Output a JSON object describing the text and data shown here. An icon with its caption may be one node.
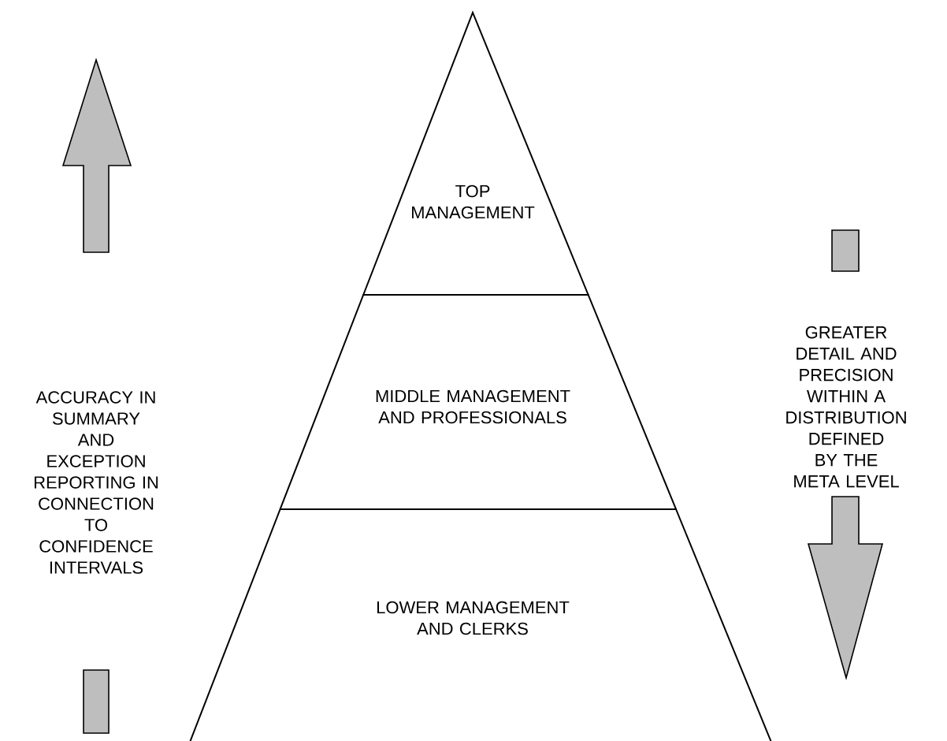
{
  "diagram": {
    "nodes": [
      {
        "text": [
          "TOP MANAGEMENT"
        ]
      },
      {
        "text": [
          "MIDDLE MANAGEMENT AND PROFESSIONALS"
        ]
      },
      {
        "text": [
          "LOWER MANAGEMENT AND CLERKS"
        ]
      }
    ],
    "labels": [
      "ACCURACY IN SUMMARY AND EXCEPTION REPORTING IN CONNECTION TO CONFIDENCE INTERVALS",
      "GREATER DETAIL AND PRECISION WITHIN A DISTRIBUTION DEFINED BY THE META LEVEL"
    ]
  }
}
